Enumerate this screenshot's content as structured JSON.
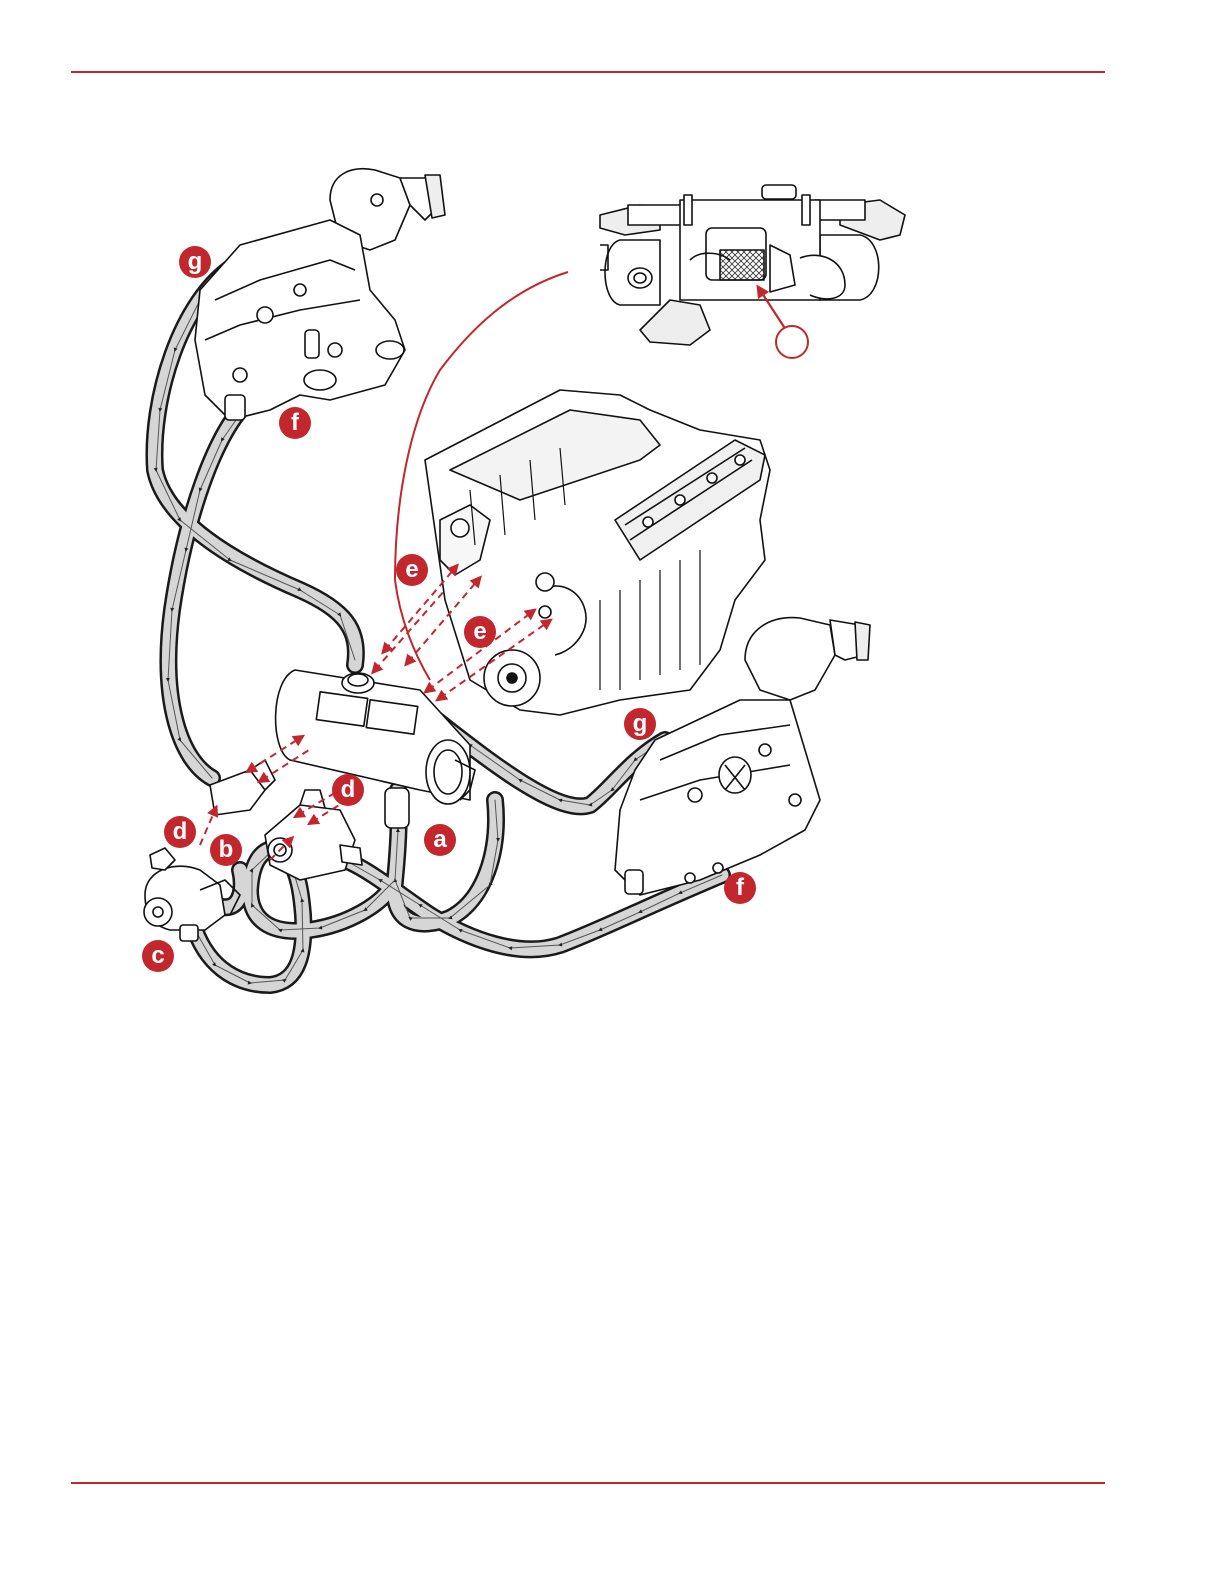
{
  "colors": {
    "accent": "#c2272d",
    "hose_fill": "#d6d6d6",
    "line": "#111111"
  },
  "callouts": {
    "a": "a",
    "b": "b",
    "c": "c",
    "d": "d",
    "e": "e",
    "f": "f",
    "g": "g"
  },
  "inset": {
    "callout_label": ""
  }
}
